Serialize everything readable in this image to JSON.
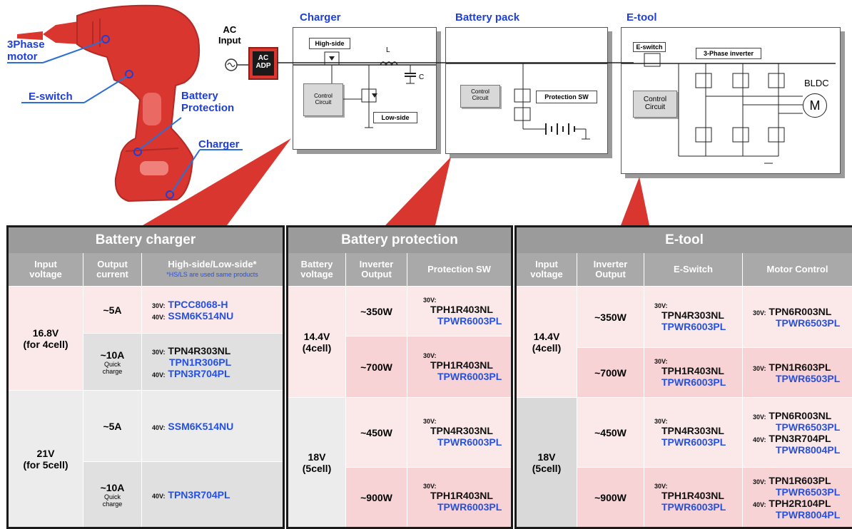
{
  "drill": {
    "labels": {
      "motor": "3Phase\nmotor",
      "eswitch": "E-switch",
      "battery_protection": "Battery\nProtection",
      "charger": "Charger"
    }
  },
  "circuit": {
    "ac_input": "AC\nInput",
    "ac_adp": "AC\nADP",
    "charger": {
      "title": "Charger",
      "high_side": "High-side",
      "low_side": "Low-side",
      "control": "Control\nCircuit",
      "inductor": "L",
      "cap": "C"
    },
    "battery_pack": {
      "title": "Battery pack",
      "control": "Control\nCircuit",
      "protection_sw": "Protection SW"
    },
    "etool": {
      "title": "E-tool",
      "eswitch": "E-switch",
      "inverter": "3-Phase inverter",
      "control": "Control\nCircuit",
      "bldc": "BLDC",
      "motor_symbol": "M"
    }
  },
  "tables": {
    "charger": {
      "title": "Battery charger",
      "headers": [
        "Input\nvoltage",
        "Output\ncurrent",
        "High-side/Low-side*"
      ],
      "header_note": "*HS/LS are used same products",
      "voltages": [
        "16.8V\n(for 4cell)",
        "21V\n(for 5cell)"
      ],
      "rows": [
        {
          "current": "~5A",
          "sub": "",
          "lines": [
            {
              "v": "30V:",
              "p": "TPCC8068-H",
              "c": "blue"
            },
            {
              "v": "40V:",
              "p": "SSM6K514NU",
              "c": "blue"
            }
          ]
        },
        {
          "current": "~10A",
          "sub": "Quick\ncharge",
          "lines": [
            {
              "v": "30V:",
              "p": "TPN4R303NL",
              "c": "black"
            },
            {
              "v": "",
              "p": "TPN1R306PL",
              "c": "blue"
            },
            {
              "v": "40V:",
              "p": "TPN3R704PL",
              "c": "blue"
            }
          ]
        },
        {
          "current": "~5A",
          "sub": "",
          "lines": [
            {
              "v": "40V:",
              "p": "SSM6K514NU",
              "c": "blue"
            }
          ]
        },
        {
          "current": "~10A",
          "sub": "Quick\ncharge",
          "lines": [
            {
              "v": "40V:",
              "p": "TPN3R704PL",
              "c": "blue"
            }
          ]
        }
      ]
    },
    "protection": {
      "title": "Battery protection",
      "headers": [
        "Battery\nvoltage",
        "Inverter\nOutput",
        "Protection SW"
      ],
      "voltages": [
        "14.4V\n(4cell)",
        "18V\n(5cell)"
      ],
      "rows": [
        {
          "output": "~350W",
          "v": "30V:",
          "p1": "TPH1R403NL",
          "p2": "TPWR6003PL"
        },
        {
          "output": "~700W",
          "v": "30V:",
          "p1": "TPH1R403NL",
          "p2": "TPWR6003PL"
        },
        {
          "output": "~450W",
          "v": "30V:",
          "p1": "TPN4R303NL",
          "p2": "TPWR6003PL"
        },
        {
          "output": "~900W",
          "v": "30V:",
          "p1": "TPH1R403NL",
          "p2": "TPWR6003PL"
        }
      ]
    },
    "etool": {
      "title": "E-tool",
      "headers": [
        "Input\nvoltage",
        "Inverter\nOutput",
        "E-Switch",
        "Motor Control"
      ],
      "voltages": [
        "14.4V\n(4cell)",
        "18V\n(5cell)"
      ],
      "rows": [
        {
          "output": "~350W",
          "sw": {
            "v": "30V:",
            "p1": "TPN4R303NL",
            "p2": "TPWR6003PL"
          },
          "mc": [
            {
              "v": "30V:",
              "p": "TPN6R003NL",
              "c": "black"
            },
            {
              "v": "",
              "p": "TPWR6503PL",
              "c": "blue"
            }
          ]
        },
        {
          "output": "~700W",
          "sw": {
            "v": "30V:",
            "p1": "TPH1R403NL",
            "p2": "TPWR6003PL"
          },
          "mc": [
            {
              "v": "30V:",
              "p": "TPN1R603PL",
              "c": "black"
            },
            {
              "v": "",
              "p": "TPWR6503PL",
              "c": "blue"
            }
          ]
        },
        {
          "output": "~450W",
          "sw": {
            "v": "30V:",
            "p1": "TPN4R303NL",
            "p2": "TPWR6003PL"
          },
          "mc": [
            {
              "v": "30V:",
              "p": "TPN6R003NL",
              "c": "black"
            },
            {
              "v": "",
              "p": "TPWR6503PL",
              "c": "blue"
            },
            {
              "v": "40V:",
              "p": "TPN3R704PL",
              "c": "black"
            },
            {
              "v": "",
              "p": "TPWR8004PL",
              "c": "blue"
            }
          ]
        },
        {
          "output": "~900W",
          "sw": {
            "v": "30V:",
            "p1": "TPH1R403NL",
            "p2": "TPWR6003PL"
          },
          "mc": [
            {
              "v": "30V:",
              "p": "TPN1R603PL",
              "c": "black"
            },
            {
              "v": "",
              "p": "TPWR6503PL",
              "c": "blue"
            },
            {
              "v": "40V:",
              "p": "TPH2R104PL",
              "c": "black"
            },
            {
              "v": "",
              "p": "TPWR8004PL",
              "c": "blue"
            }
          ]
        }
      ]
    }
  }
}
